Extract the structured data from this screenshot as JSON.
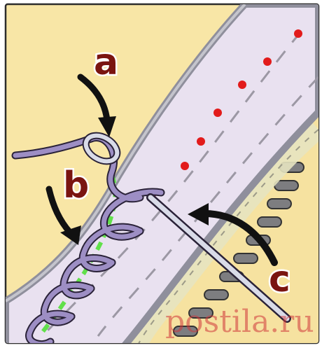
{
  "labels": {
    "a": "a",
    "b": "b",
    "c": "c"
  },
  "watermark": "postila.ru",
  "colors": {
    "background": "#f8e6a6",
    "fabric": "#e9e1f0",
    "fabric_edge": "#a8a8b4",
    "thread": "#9d8ec4",
    "thread_outline": "#2a2238",
    "guide_line": "#61e04a",
    "marker_dots": "#e21b1b",
    "arrow": "#111111",
    "needle": "#d9dbe8",
    "label_text": "#7a1410",
    "watermark": "#d0373b"
  },
  "icons": [
    "needle-icon",
    "arrow-a-icon",
    "arrow-b-icon",
    "arrow-c-icon"
  ]
}
